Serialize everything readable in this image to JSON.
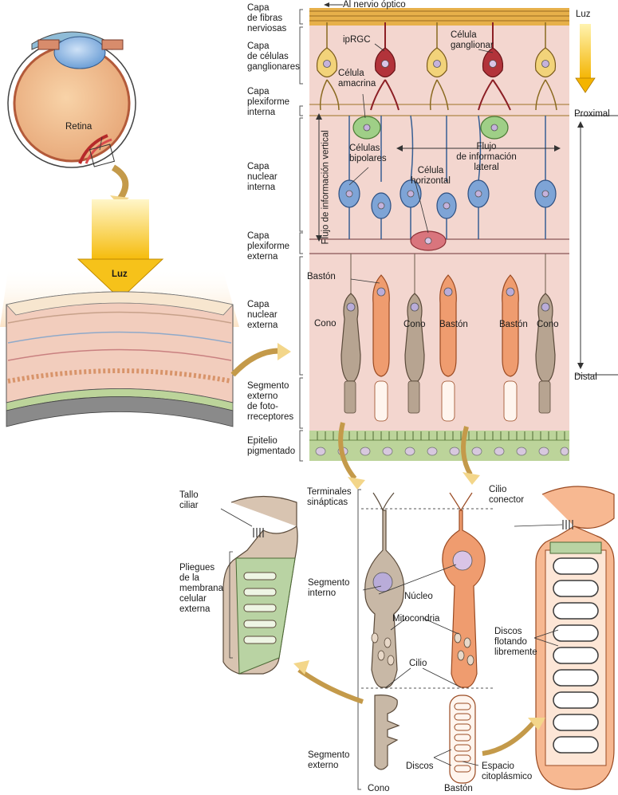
{
  "top": {
    "optic_nerve": "Al nervio óptico",
    "light": "Luz",
    "proximal": "Proximal",
    "distal": "Distal"
  },
  "eye": {
    "retina": "Retina",
    "light": "Luz"
  },
  "layers": [
    "Capa\nde fibras\nnerviosas",
    "Capa\nde células\nganglionares",
    "Capa\nplexiforme\ninterna",
    "Capa\nnuclear\ninterna",
    "Capa\nplexiforme\nexterna",
    "Capa\nnuclear\nexterna",
    "Segmento\nexterno\nde foto-\nrreceptores",
    "Epitelio\npigmentado"
  ],
  "retina_labels": {
    "iprgc": "ipRGC",
    "ganglion": "Célula\nganglionar",
    "amacrine": "Célula\namacrina",
    "bipolar": "Células\nbipolares",
    "lateral_flow": "Flujo\nde información\nlateral",
    "horizontal": "Célula\nhorizontal",
    "vertical_flow": "Flujo de información vertical",
    "rod_top": "Bastón",
    "cone_left": "Cono",
    "cone_mid": "Cono",
    "rod_mid": "Bastón",
    "rod_right": "Bastón",
    "cone_right": "Cono"
  },
  "bottom": {
    "synaptic": "Terminales\nsinápticas",
    "inner_segment": "Segmento\ninterno",
    "nucleus": "Núcleo",
    "mitochondria": "Mitocondria",
    "cilium": "Cilio",
    "outer_segment": "Segmento\nexterno",
    "discs": "Discos",
    "cyto_space": "Espacio\ncitoplásmico",
    "cone": "Cono",
    "rod": "Bastón",
    "connecting_cilium": "Cilio\nconector",
    "ciliary_stalk": "Tallo\nciliar",
    "folds": "Pliegues\nde la\nmembrana\ncelular\nexterna",
    "floating_discs": "Discos\nflotando\nlibremente"
  },
  "colors": {
    "retina_bg": "#f3d6cf",
    "light_yellow": "#f6c21a",
    "ganglion_yellow": "#f2d37a",
    "ipRGC_red": "#b2333a",
    "amacrine_green": "#9fcf87",
    "bipolar_blue": "#7ea4d6",
    "cone_tan": "#b7a491",
    "rod_orange": "#ef9c6f",
    "epithelium_green": "#bfd99a"
  }
}
